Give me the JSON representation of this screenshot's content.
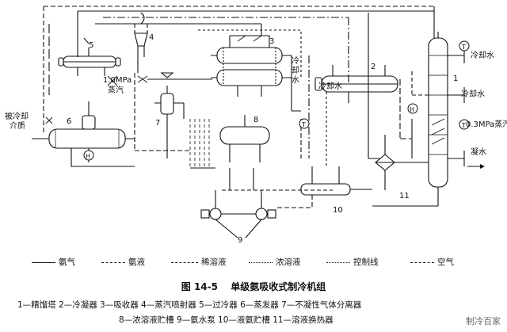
{
  "figure": {
    "number": "图 14-5",
    "title": "单级氨吸收式制冷机组"
  },
  "labels": {
    "n1": "1",
    "n2": "2",
    "n3": "3",
    "n4": "4",
    "n5": "5",
    "n6": "6",
    "n7": "7",
    "n8": "8",
    "n9": "9",
    "n10": "10",
    "n11": "11",
    "steam_1mpa_a": "1.0MPa",
    "steam_1mpa_b": "蒸汽",
    "cooled_a": "被冷却",
    "cooled_b": "介质",
    "cw_abs_a": "冷",
    "cw_abs_b": "却",
    "cw_abs_c": "水",
    "cw_cond": "冷却水",
    "cw_rect_top": "冷却水",
    "cw_rect_mid": "冷却水",
    "steam_03": "0.3MPa蒸汽",
    "condensate": "凝水",
    "h_a": "H",
    "h_b": "H",
    "t_a": "T",
    "t_b": "T",
    "t_c": "T"
  },
  "legend": [
    {
      "text": "氨气",
      "style": "solid"
    },
    {
      "text": "氨液",
      "style": "dash"
    },
    {
      "text": "稀溶液",
      "style": "longdash"
    },
    {
      "text": "浓溶液",
      "style": "dashdot"
    },
    {
      "text": "控制线",
      "style": "dashdotdot"
    },
    {
      "text": "空气",
      "style": "dashdotdotdot"
    }
  ],
  "items_line1": "1—精馏塔  2—冷凝器  3—吸收器  4—蒸汽喷射器  5—过冷器  6—蒸发器  7—不凝性气体分离器",
  "items_line2": "8—浓溶液贮槽  9—氨水泵  10—液氨贮槽  11—溶液换热器",
  "watermark": "制冷百家"
}
